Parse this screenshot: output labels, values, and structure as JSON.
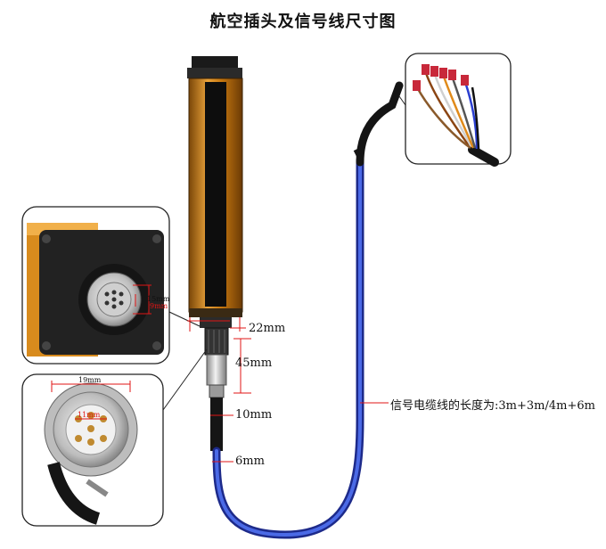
{
  "title": "航空插头及信号线尺寸图",
  "dimensions": {
    "connector_width": "22mm",
    "connector_length": "45mm",
    "cable_thick": "10mm",
    "cable_thin": "6mm",
    "face_height": "15mm",
    "face_pin": "9mm",
    "plug_width": "19mm",
    "plug_pin": "11mm"
  },
  "cable_length_label": "信号电缆线的长度为:3m+3m/4m+6m",
  "colors": {
    "housing_orange": "#d98c1a",
    "housing_black": "#111111",
    "cable_blue": "#2d47c9",
    "dimension_red": "#e01515"
  }
}
